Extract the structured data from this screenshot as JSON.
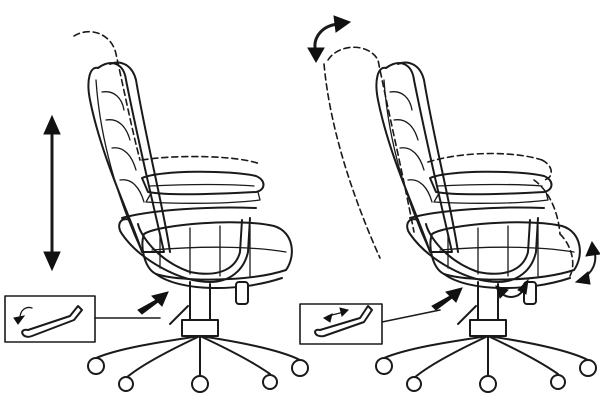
{
  "figure": {
    "panels": [
      {
        "id": "height-adjustment",
        "indicators": [
          "vertical-double-arrow",
          "lever-up-callout",
          "pointer-arrow-to-lever"
        ]
      },
      {
        "id": "tilt-adjustment",
        "indicators": [
          "curved-arrow-backrest",
          "lever-horizontal-callout",
          "pointer-arrow-to-lever",
          "curved-arrow-seat",
          "curved-arrow-knob"
        ]
      }
    ],
    "colors": {
      "line": "#1a1a1a",
      "background": "#ffffff"
    }
  }
}
